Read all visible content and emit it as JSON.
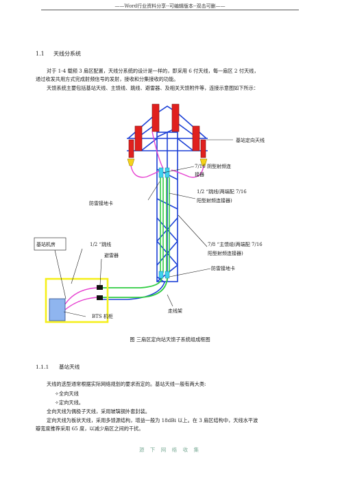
{
  "header": {
    "text": "——Word行业资料分享--可编辑版本--双击可删——"
  },
  "section": {
    "number": "1.1",
    "title": "天线分系统"
  },
  "intro": {
    "line1": "对于 1-4 载频 3 扇区配置，天线分系统的设计是一样的，即采用 6 付天线，每一扇区 2 付天线，",
    "line2": "通过收发共用方式完成射频信号的发射，接收和分集接收的功能。",
    "line3": "天馈系统主要包括基站天线、主馈线、跳线、避雷器、及相关天馈附件等，连接示意图如下所示："
  },
  "diagram": {
    "labels": {
      "sector_antenna": "基站定向天线",
      "connector_716_l1": "7/16  阴型射频连",
      "connector_716_l2": "接器",
      "jumper_half_l1": "1/2 “跳线(两端配 7/16",
      "jumper_half_l2": "阳型射频连接器)",
      "ground_clamp_left": "防雷接地卡",
      "bts_room": "基站机房",
      "jumper_half_room": "1/2 “跳线",
      "arrester": "避雷器",
      "main_feeder_l1": "7/8 “主馈缆(两端配 7/16",
      "main_feeder_l2": "阳型射频连接器)",
      "ground_clamp_right": "防雷接地卡",
      "cable_tray": "走线架",
      "bts_cabinet": "BTS 机柜"
    },
    "colors": {
      "tower": "#1a3fd6",
      "antenna": "#e0201e",
      "feeder": "#2ecc40",
      "jumper": "#e63fd0",
      "connector": "#3fd2ee",
      "room_border": "#f5ef1a",
      "cabinet": "#8fb5ef"
    }
  },
  "caption": "图    三扇区定向站天馈子系统组成框图",
  "subsection": {
    "number": "1.1.1",
    "title": "基站天线"
  },
  "body": {
    "line1": "天线的选型通常根据实际网络规划的要求而定的。基站天线一般有两大类:",
    "bullet1": "✧全向天线",
    "bullet2": "✧定向天线。",
    "line2": "全向天线为偶极子天线，采用玻璃钢外套封装。",
    "line3": "定向天线为板状天线，采用多馈源结构，增益一般为 18dBi 以上。在 3 扇区结构中，天线水平波",
    "line4": "瓣宽度推荐采用 65 度，以减少扇区之间的干扰。"
  },
  "footer": "源 下 网 络 收 集"
}
